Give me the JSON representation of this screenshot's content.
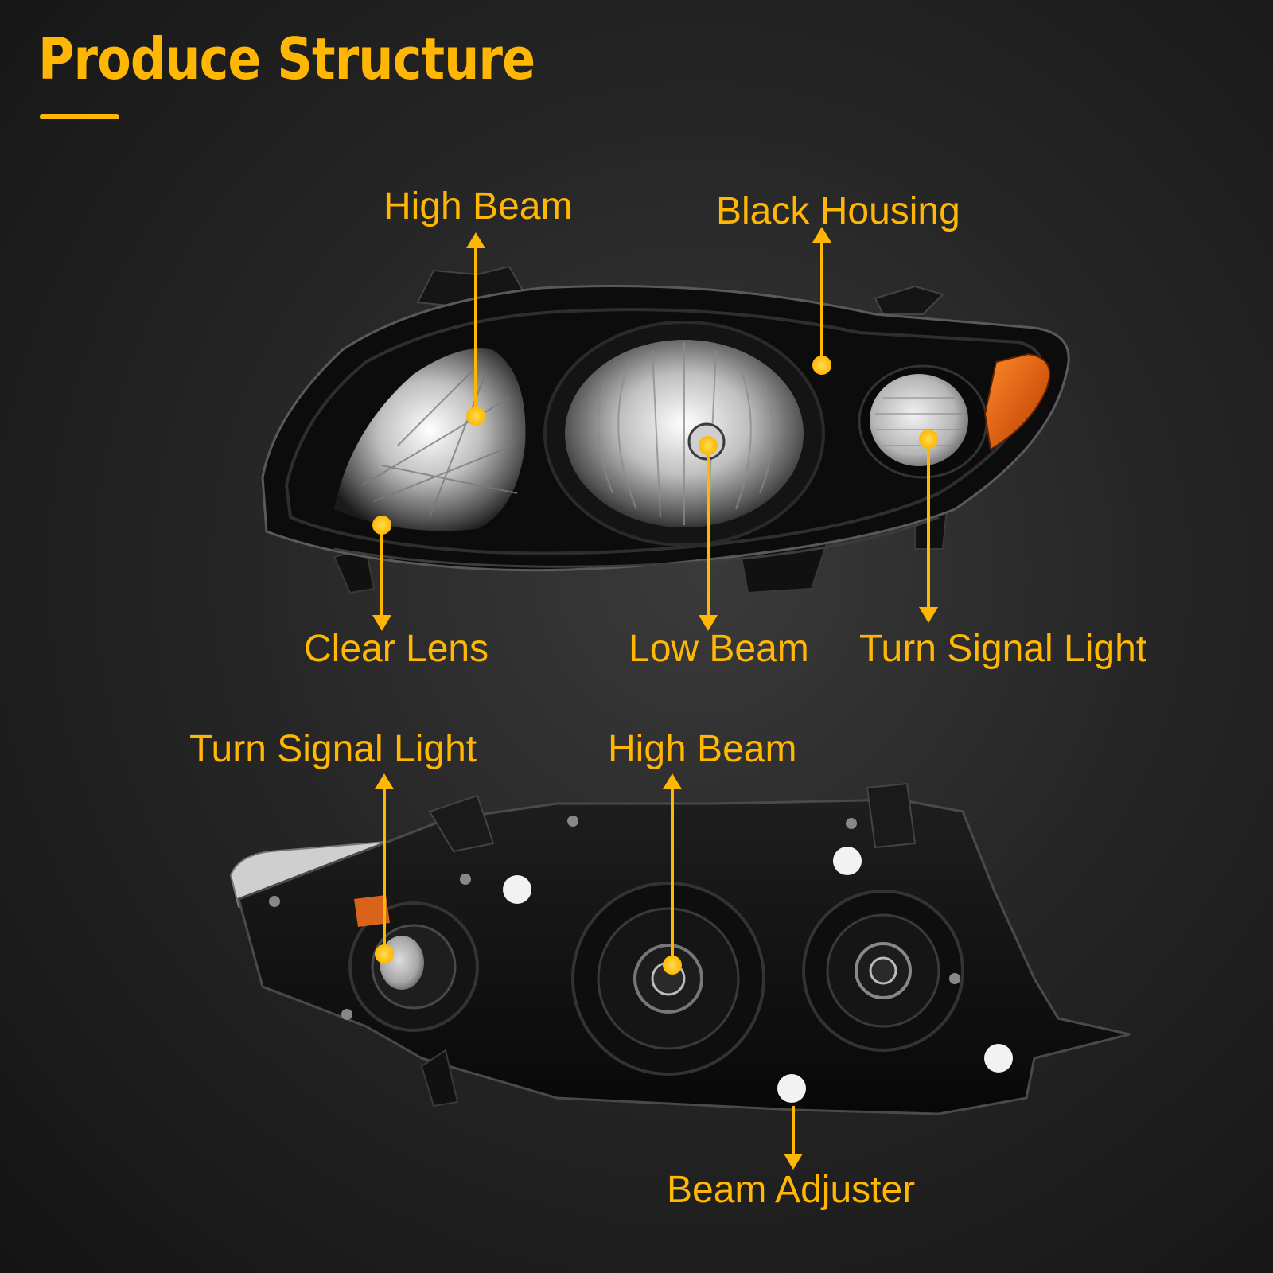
{
  "title": "Produce Structure",
  "colors": {
    "accent": "#ffb703",
    "background": "#262626",
    "housing": "#0c0c0c",
    "amber": "#e8620c"
  },
  "front_view": {
    "labels": {
      "high_beam": "High Beam",
      "black_housing": "Black Housing",
      "clear_lens": "Clear Lens",
      "low_beam": "Low Beam",
      "turn_signal_light": "Turn Signal Light"
    }
  },
  "back_view": {
    "labels": {
      "turn_signal_light": "Turn Signal Light",
      "high_beam": "High Beam",
      "beam_adjuster": "Beam Adjuster"
    }
  }
}
